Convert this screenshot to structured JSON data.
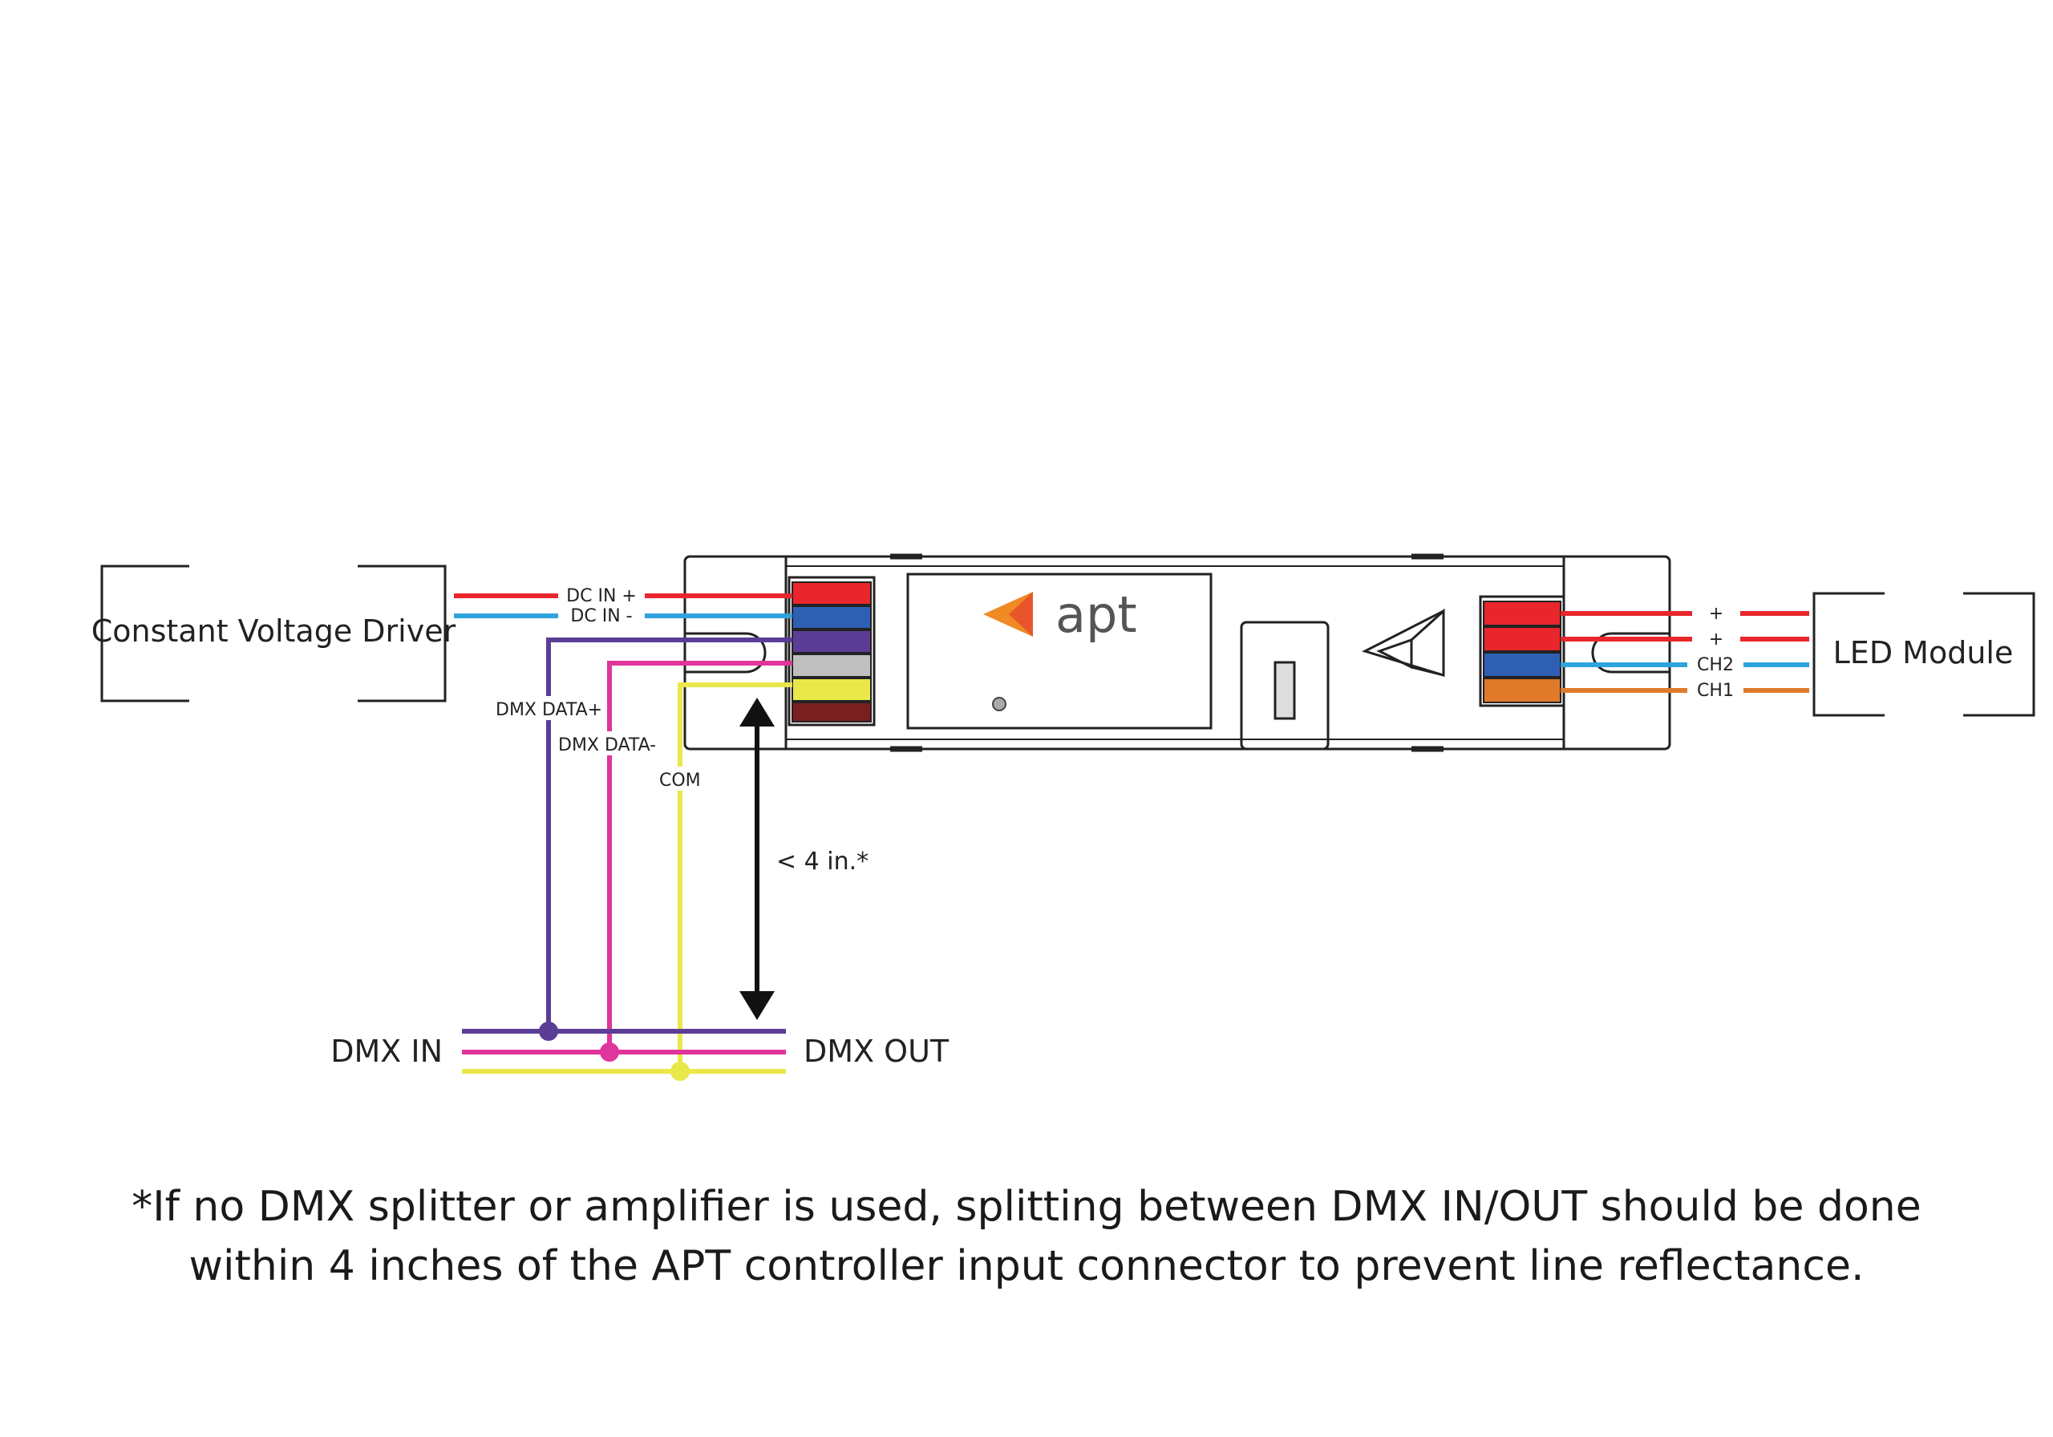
{
  "devices": {
    "driver_label": "Constant Voltage Driver",
    "led_module_label": "LED Module",
    "controller_logo_text": "apt"
  },
  "wires": {
    "dc_in_plus": "DC IN +",
    "dc_in_minus": "DC IN -",
    "dmx_data_plus": "DMX DATA+",
    "dmx_data_minus": "DMX DATA-",
    "com": "COM",
    "out_plus_1": "+",
    "out_plus_2": "+",
    "ch2": "CH2",
    "ch1": "CH1"
  },
  "bus": {
    "dmx_in_label": "DMX IN",
    "dmx_out_label": "DMX OUT"
  },
  "distance_label": "< 4 in.*",
  "footnote": {
    "line1": "*If no DMX splitter or amplifier is used, splitting between DMX IN/OUT should be done",
    "line2": "within 4 inches of the APT controller input connector to prevent line reflectance."
  },
  "colors": {
    "red": "#e8262b",
    "blue": "#2fa3dc",
    "purple": "#5b3d96",
    "magenta": "#e0359b",
    "yellow": "#e9e84a",
    "orange": "#e07a2a",
    "logo_orange": "#f08a24"
  }
}
